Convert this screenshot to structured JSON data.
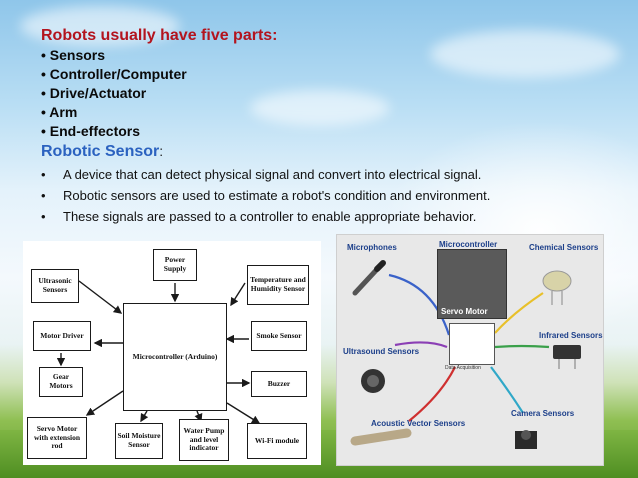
{
  "slide": {
    "title": "Robots usually have five parts:",
    "parts": [
      "• Sensors",
      "• Controller/Computer",
      "• Drive/Actuator",
      "• Arm",
      "• End-effectors"
    ],
    "subheading": "Robotic Sensor",
    "subheading_suffix": ":",
    "bullet_char": "•",
    "points": [
      "A device that can detect physical signal and convert into electrical signal.",
      "Robotic sensors are used to estimate a robot's condition and environment.",
      "These signals are passed to a controller to enable appropriate behavior."
    ]
  },
  "block_diagram": {
    "blocks": {
      "power_supply": "Power Supply",
      "ultrasonic": "Ultrasonic Sensors",
      "temperature": "Temperature and Humidity Sensor",
      "motor_driver": "Motor Driver",
      "microcontroller": "Microcontroller (Arduino)",
      "smoke": "Smoke Sensor",
      "gear_motors": "Gear Motors",
      "buzzer": "Buzzer",
      "servo": "Servo Motor with extension rod",
      "soil": "Soil Moisture Sensor",
      "water": "Water Pump and level indicator",
      "wifi": "Wi-Fi module"
    }
  },
  "sensor_figure": {
    "labels": {
      "microphones": "Microphones",
      "microcontroller": "Microcontroller",
      "chemical": "Chemical Sensors",
      "ultrasound": "Ultrasound Sensors",
      "infrared": "Infrared Sensors",
      "servo_motor": "Servo Motor",
      "data_acquisition": "Data Acquisition",
      "acoustic_vector": "Acoustic Vector Sensors",
      "camera": "Camera Sensors"
    },
    "colors": {
      "label": "#1c3f8a",
      "arrow_blue": "#3a62c9",
      "arrow_yellow": "#e8c02a",
      "arrow_purple": "#8b3fb5",
      "arrow_green": "#3aa04a",
      "arrow_red": "#cf3030",
      "arrow_cyan": "#30a8c8"
    }
  }
}
